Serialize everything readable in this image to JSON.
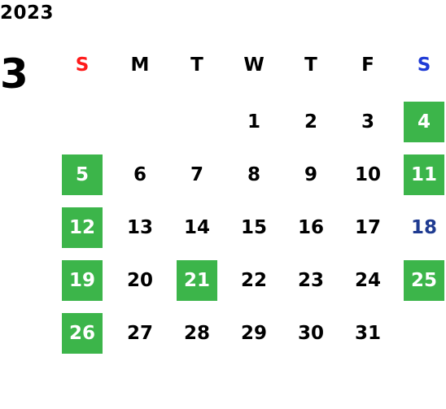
{
  "calendar": {
    "year": "2023",
    "month": "3",
    "weekdays": [
      {
        "label": "S",
        "color": "#ff1a1a"
      },
      {
        "label": "M",
        "color": "#000000"
      },
      {
        "label": "T",
        "color": "#000000"
      },
      {
        "label": "W",
        "color": "#000000"
      },
      {
        "label": "T",
        "color": "#000000"
      },
      {
        "label": "F",
        "color": "#000000"
      },
      {
        "label": "S",
        "color": "#1f3bd6"
      }
    ],
    "first_weekday_index": 3,
    "days_in_month": 31,
    "highlighted_days": [
      4,
      5,
      11,
      12,
      19,
      21,
      25,
      26
    ],
    "blue_text_days": [
      18
    ],
    "colors": {
      "highlight_bg": "#3cb54a",
      "highlight_text": "#ffffff",
      "blue_text": "#1f3b91",
      "default_text": "#000000"
    }
  }
}
